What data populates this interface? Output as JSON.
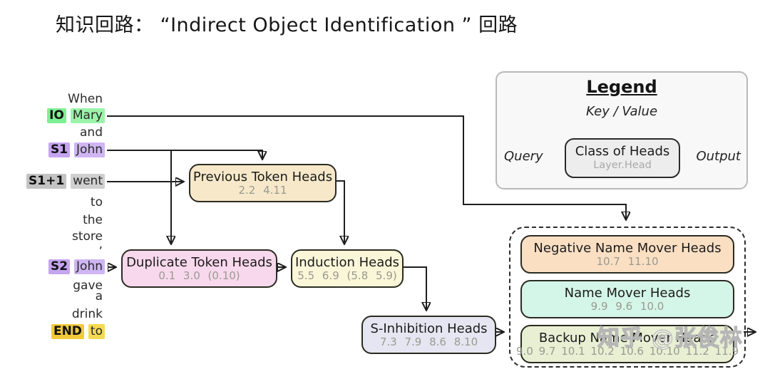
{
  "title": "知识回路： “Indirect Object Identification ” 回路",
  "watermark": "知乎 @张俊林",
  "sentence_tokens": [
    {
      "label": "",
      "text": "When",
      "highlight": "none"
    },
    {
      "label": "IO",
      "text": "Mary",
      "highlight": "green"
    },
    {
      "label": "",
      "text": "and",
      "highlight": "none"
    },
    {
      "label": "S1",
      "text": "John",
      "highlight": "purple"
    },
    {
      "label": "S1+1",
      "text": "went",
      "highlight": "gray"
    },
    {
      "label": "",
      "text": "to",
      "highlight": "none"
    },
    {
      "label": "",
      "text": "the",
      "highlight": "none"
    },
    {
      "label": "",
      "text": "store",
      "highlight": "none"
    },
    {
      "label": "",
      "text": ",",
      "highlight": "none"
    },
    {
      "label": "S2",
      "text": "John",
      "highlight": "purple"
    },
    {
      "label": "",
      "text": "gave",
      "highlight": "none"
    },
    {
      "label": "",
      "text": "a",
      "highlight": "none"
    },
    {
      "label": "",
      "text": "drink",
      "highlight": "none"
    },
    {
      "label": "END",
      "text": "to",
      "highlight": "yellow"
    }
  ],
  "head_boxes": {
    "previous_token": {
      "title": "Previous Token Heads",
      "heads": "2.2 4.11"
    },
    "duplicate_token": {
      "title": "Duplicate Token Heads",
      "heads": "0.1 3.0 (0.10)"
    },
    "induction": {
      "title": "Induction Heads",
      "heads": "5.5 6.9 (5.8 5.9)"
    },
    "s_inhibition": {
      "title": "S-Inhibition Heads",
      "heads": "7.3 7.9 8.6 8.10"
    },
    "negative_name_mover": {
      "title": "Negative Name Mover Heads",
      "heads": "10.7 11.10"
    },
    "name_mover": {
      "title": "Name Mover Heads",
      "heads": "9.9 9.6 10.0"
    },
    "backup_name_mover": {
      "title": "Backup Name Mover Heads",
      "heads": "9.0 9.7 10.1 10.2 10.6 10.10 11.2 11.9"
    }
  },
  "legend": {
    "title": "Legend",
    "key_value_label": "Key / Value",
    "query_label": "Query",
    "output_label": "Output",
    "class_box_title": "Class of Heads",
    "class_box_subtitle": "Layer.Head"
  },
  "colors": {
    "io_label": "#7df093",
    "io_token": "#9bf4a9",
    "s_label": "#c5a4f0",
    "s_token": "#cfb5f4",
    "s1p1_label": "#c3c3c3",
    "s1p1_token": "#cfcfcf",
    "end_label": "#f3c93a",
    "end_token": "#f4da52",
    "previous_token_box": "#f6e8c9",
    "duplicate_token_box": "#f8d8ec",
    "induction_box": "#faf6d8",
    "s_inhibition_box": "#e6e6f2",
    "negative_name_mover_box": "#fadfc2",
    "name_mover_box": "#d4f6e8",
    "backup_name_mover_box": "#e9efd3",
    "arrow": "#1e1e1e",
    "head_numbers": "#9a9a90"
  }
}
